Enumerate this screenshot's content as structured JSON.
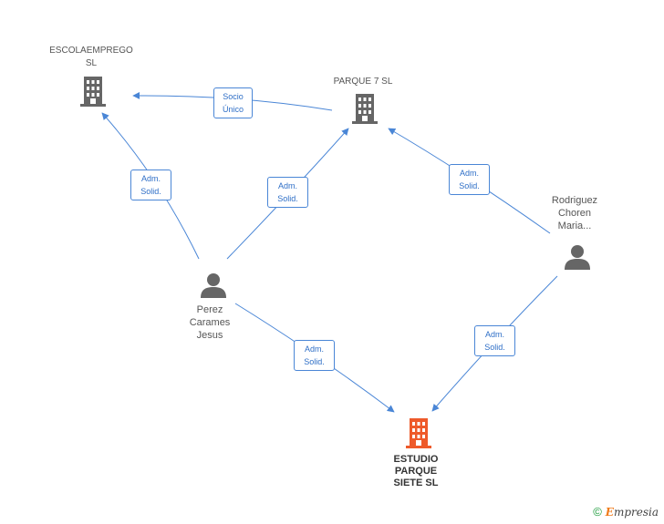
{
  "nodes": {
    "escolaemprego": {
      "label": "ESCOLAEMPREGO\nSL",
      "type": "company",
      "icon": "building-icon",
      "color": "#666666"
    },
    "parque7": {
      "label": "PARQUE 7 SL",
      "type": "company",
      "icon": "building-icon",
      "color": "#666666"
    },
    "rodriguez": {
      "label": "Rodriguez\nChoren\nMaria...",
      "type": "person",
      "icon": "person-icon",
      "color": "#666666"
    },
    "perez": {
      "label": "Perez\nCarames\nJesus",
      "type": "person",
      "icon": "person-icon",
      "color": "#666666"
    },
    "estudio": {
      "label": "ESTUDIO\nPARQUE\nSIETE SL",
      "type": "company",
      "icon": "building-icon",
      "color": "#ee5a2a"
    }
  },
  "edges": [
    {
      "from": "parque7",
      "to": "escolaemprego",
      "label": "Socio\nÚnico"
    },
    {
      "from": "perez",
      "to": "escolaemprego",
      "label": "Adm.\nSolid."
    },
    {
      "from": "perez",
      "to": "parque7",
      "label": "Adm.\nSolid."
    },
    {
      "from": "rodriguez",
      "to": "parque7",
      "label": "Adm.\nSolid."
    },
    {
      "from": "perez",
      "to": "estudio",
      "label": "Adm.\nSolid."
    },
    {
      "from": "rodriguez",
      "to": "estudio",
      "label": "Adm.\nSolid."
    }
  ],
  "colors": {
    "edge": "#4a86d6",
    "building": "#666666",
    "target": "#ee5a2a"
  },
  "footer": {
    "symbol": "©",
    "brand_initial": "E",
    "brand_rest": "mpresia"
  }
}
